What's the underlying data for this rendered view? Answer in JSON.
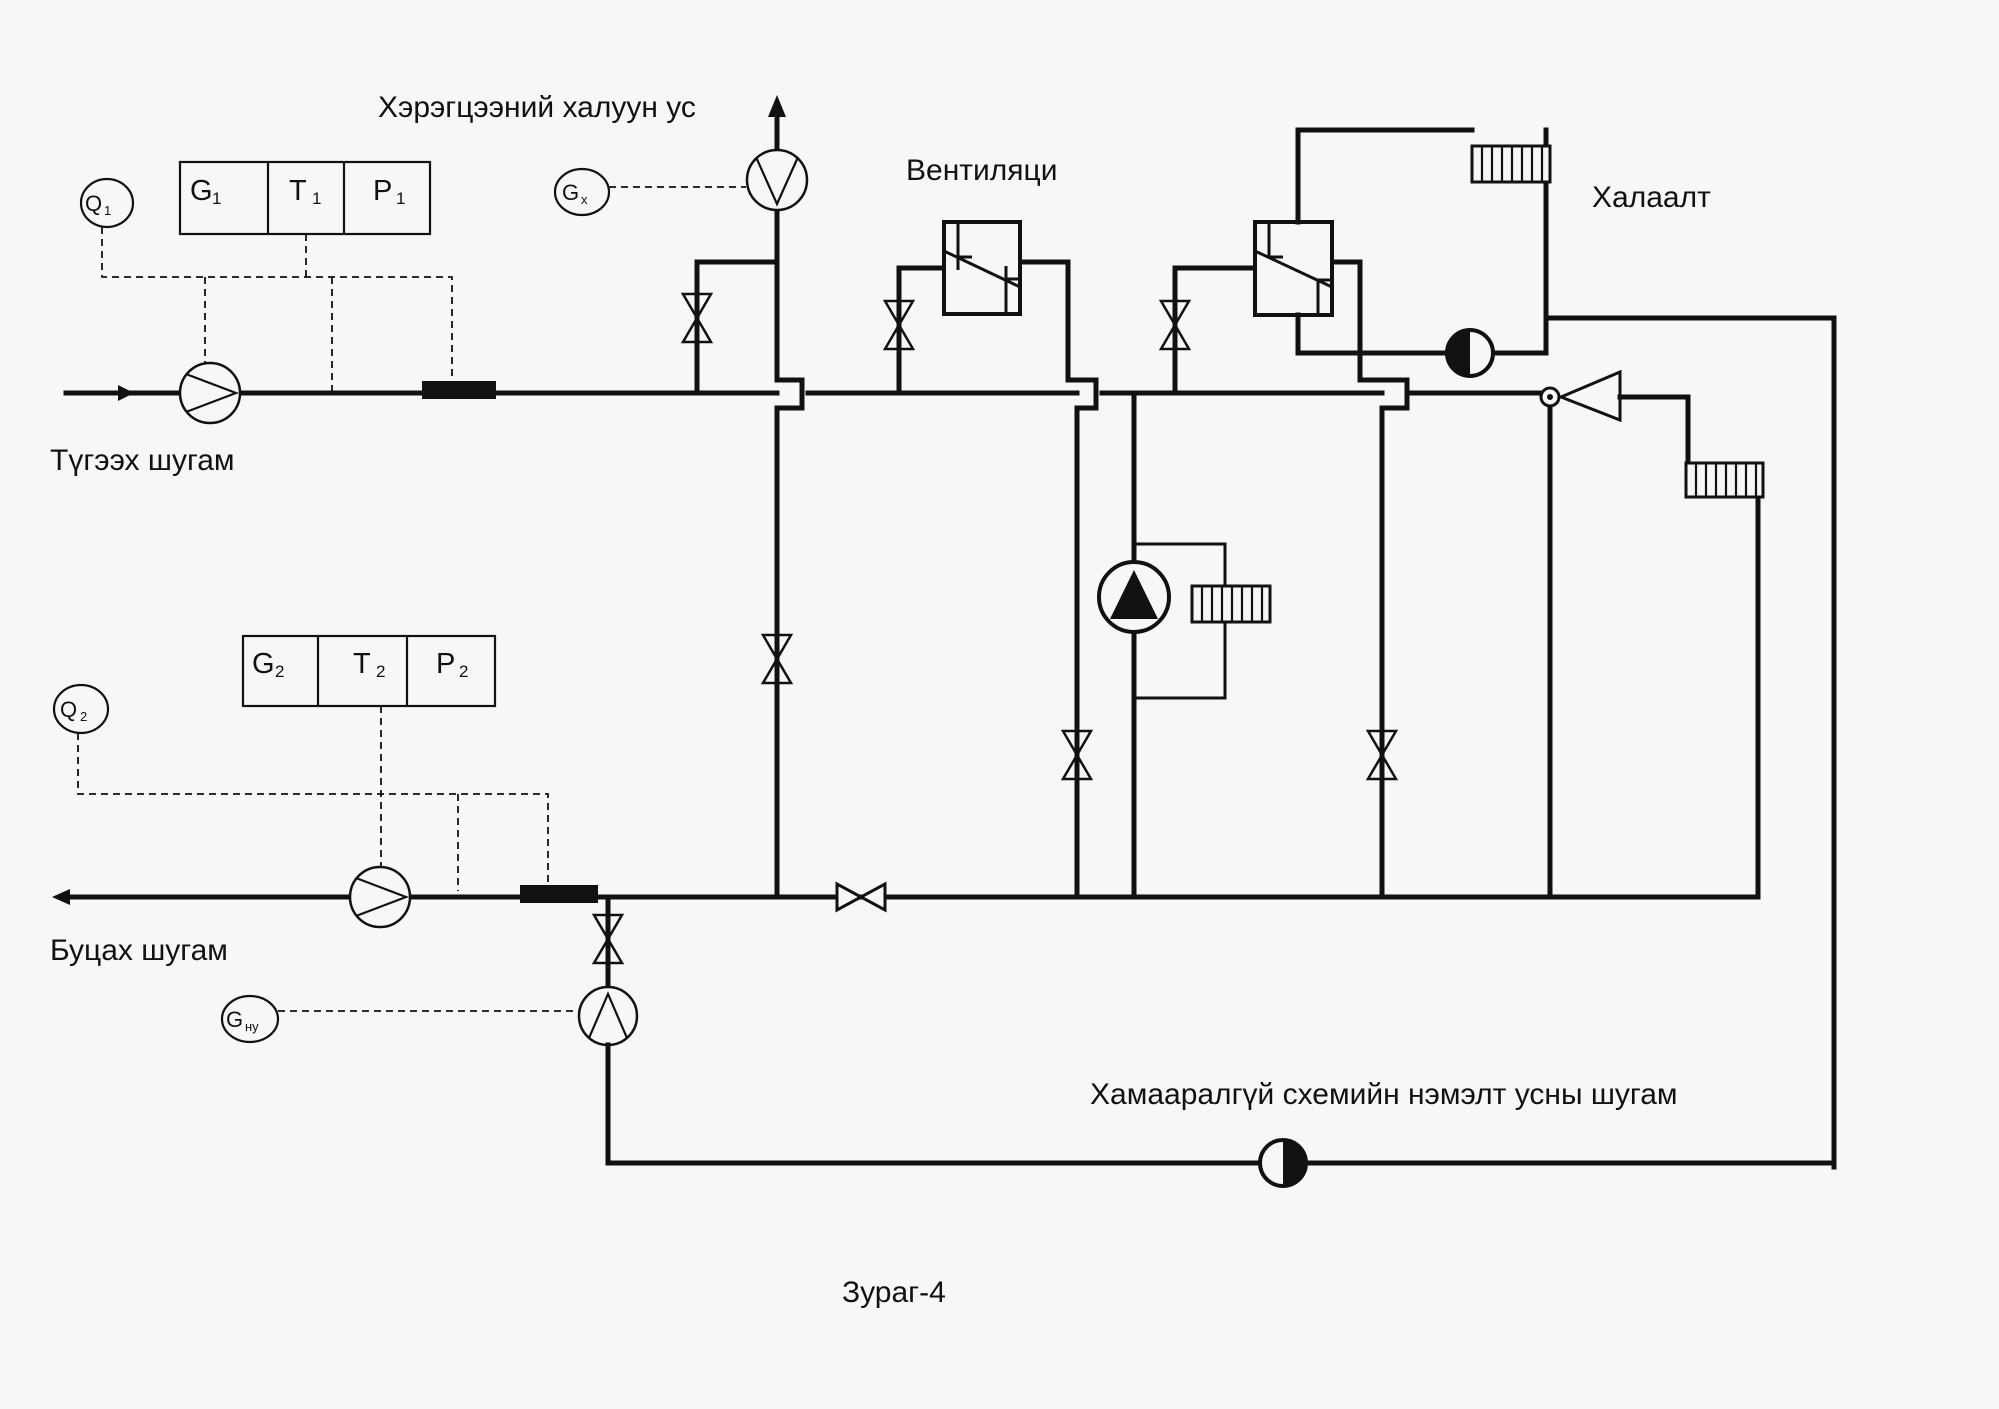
{
  "labels": {
    "hot_water": "Хэрэгцээний халуун ус",
    "ventilation": "Вентиляци",
    "heating": "Халаалт",
    "supply_line": "Түгээх шугам",
    "return_line": "Буцах шугам",
    "makeup_line": "Хамааралгүй схемийн нэмэлт усны шугам",
    "caption": "Зураг-4"
  },
  "instruments": {
    "q1": {
      "main": "Q",
      "sub": "1"
    },
    "q2": {
      "main": "Q",
      "sub": "2"
    },
    "gx": {
      "main": "G",
      "sub": "x"
    },
    "gnu": {
      "main": "G",
      "sub": "ну"
    },
    "supply_box": [
      {
        "main": "G",
        "sub": "1"
      },
      {
        "main": "T",
        "sub": "1"
      },
      {
        "main": "P",
        "sub": "1"
      }
    ],
    "return_box": [
      {
        "main": "G",
        "sub": "2"
      },
      {
        "main": "T",
        "sub": "2"
      },
      {
        "main": "P",
        "sub": "2"
      }
    ]
  }
}
